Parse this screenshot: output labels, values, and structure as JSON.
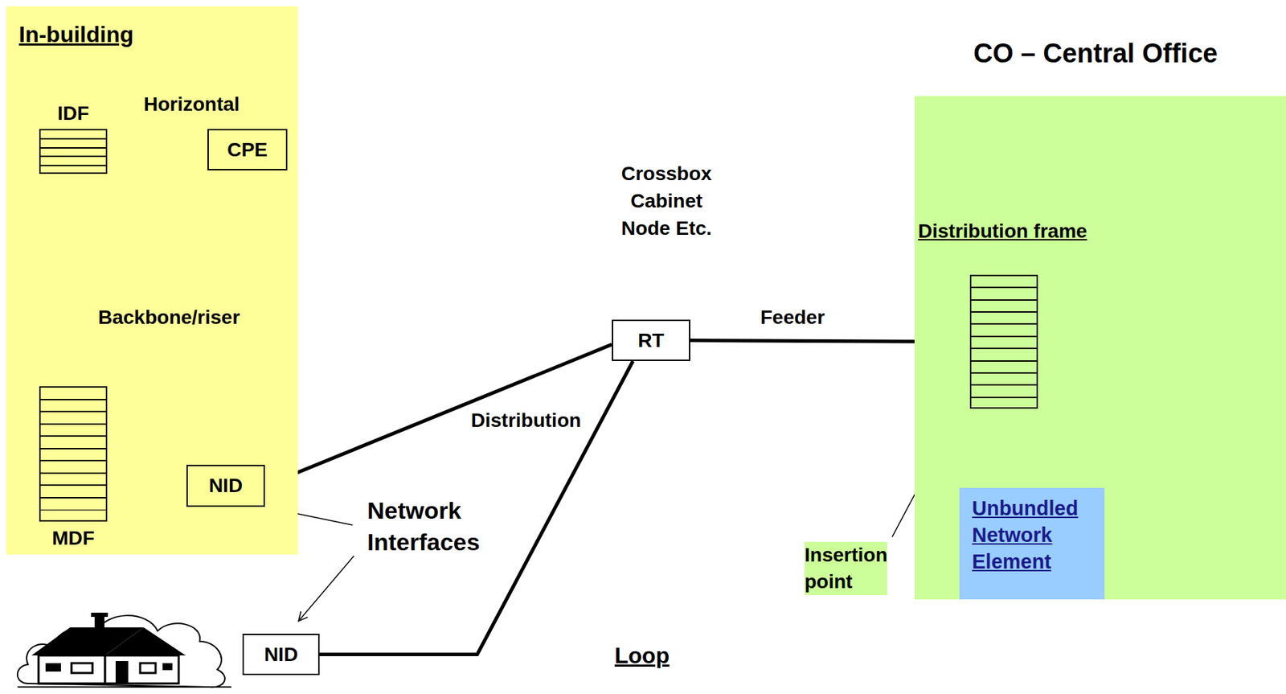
{
  "diagram": {
    "nodes": [
      {
        "text": [
          "In-building"
        ]
      },
      {
        "text": [
          "IDF"
        ],
        "in": 0
      },
      {
        "text": [
          "CPE"
        ],
        "in": 0
      },
      {
        "text": [
          "MDF"
        ],
        "in": 0
      },
      {
        "text": [
          "NID"
        ],
        "in": 0
      },
      {
        "text": [
          "CO – Central Office"
        ]
      },
      {
        "text": [
          "Distribution frame"
        ],
        "in": 5
      },
      {
        "text": [
          "Unbundled Network Element"
        ],
        "in": 5
      },
      {
        "text": [
          "RT"
        ]
      },
      {
        "text": [
          "NID"
        ]
      }
    ],
    "edges": [
      {
        "from": 1,
        "to": 2,
        "arrow": "none"
      },
      {
        "from": 1,
        "to": 3,
        "arrow": "none"
      },
      {
        "from": 3,
        "to": 4,
        "arrow": "none"
      },
      {
        "from": 4,
        "to": 8,
        "arrow": "none"
      },
      {
        "from": 9,
        "to": 8,
        "arrow": "none"
      },
      {
        "from": 8,
        "to": 6,
        "arrow": "none"
      },
      {
        "from": 6,
        "to": 7,
        "arrow": "none"
      }
    ],
    "labels": [
      "Horizontal",
      "Crossbox Cabinet Node Etc.",
      "Backbone/riser",
      "Feeder",
      "Distribution",
      "Network Interfaces",
      "Insertion point",
      "Loop"
    ]
  }
}
